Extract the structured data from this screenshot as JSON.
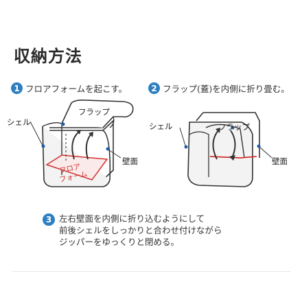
{
  "title": "収納方法",
  "steps": [
    {
      "num": "1",
      "text": "フロアフォームを起こす。"
    },
    {
      "num": "2",
      "text": "フラップ(蓋)を内側に折り畳む。"
    },
    {
      "num": "3",
      "lines": [
        "左右壁面を内側に折り込むようにして",
        "前後シェルをしっかりと合わせ付けながら",
        "ジッパーをゆっくりと閉める。"
      ]
    }
  ],
  "figure1": {
    "flap": "フラップ",
    "shell": "シェル",
    "wall": "壁面",
    "floor": "フロア",
    "form": "フォーム"
  },
  "figure2": {
    "shell": "シェル",
    "flap": "フラップ",
    "wall": "壁面"
  },
  "colors": {
    "accent": "#2e7fc0",
    "floor_red": "#d0312d",
    "outline": "#333333"
  },
  "icons": [
    "step-number-badge",
    "curved-arrow-icon"
  ]
}
